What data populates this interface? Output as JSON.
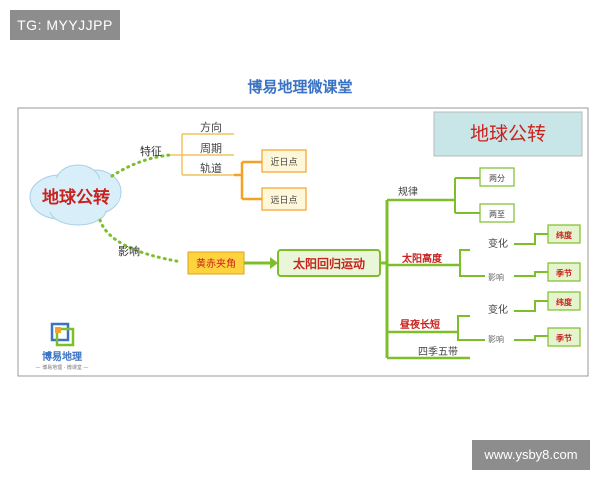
{
  "badges": {
    "top_left": "TG: MYYJJPP",
    "bottom_right": "www.ysby8.com"
  },
  "title": "博易地理微课堂",
  "header_box": "地球公转",
  "center": "地球公转",
  "branch": {
    "features": "特征",
    "feature_items": [
      "方向",
      "周期",
      "轨道"
    ],
    "orbit_points": [
      "近日点",
      "远日点"
    ],
    "influence": "影响",
    "ecliptic": "黄赤夹角",
    "sun_motion": "太阳回归运动"
  },
  "right": {
    "law": "规律",
    "law_items": [
      "两分",
      "两至"
    ],
    "sun_height": "太阳高度",
    "day_length": "昼夜长短",
    "change": "变化",
    "effect": "影响",
    "latitude": "纬度",
    "season": "季节",
    "four_seasons": "四季五带"
  },
  "logo": {
    "name": "博易地理",
    "slogan": "— 博易地理 · 微课堂 —"
  },
  "colors": {
    "green": "#7cbf2a",
    "orange": "#f2a227",
    "yellow_fill": "#ffd33d",
    "red_text": "#c9231f",
    "blue_title": "#3b73c4",
    "header_fill": "#c8e6e8",
    "cloud_fill": "#d8effa"
  }
}
